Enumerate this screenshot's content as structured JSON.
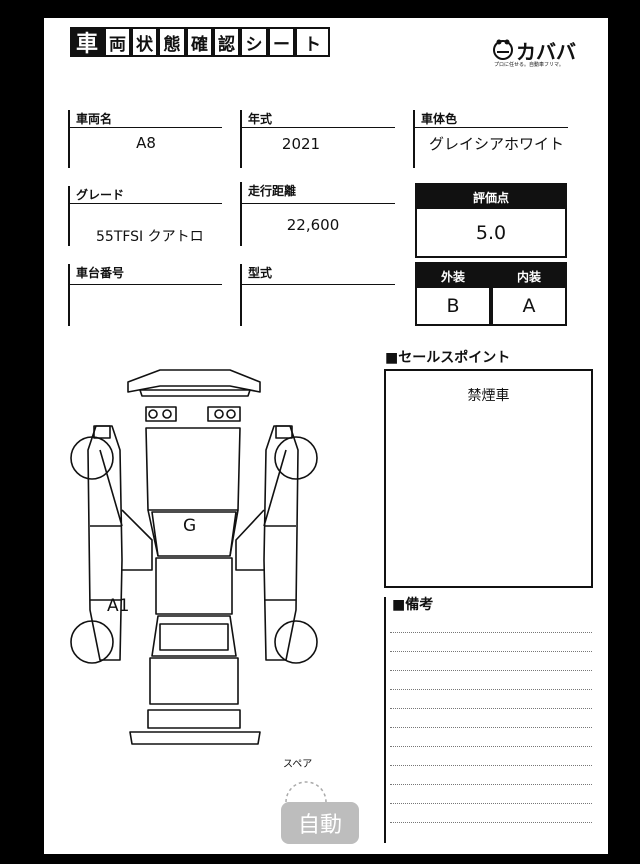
{
  "title_chars": [
    "車",
    "両",
    "状",
    "態",
    "確",
    "認",
    "シ",
    "ー",
    "ト"
  ],
  "logo": {
    "name": "カババ",
    "tagline": "プロに任せる。自動車フリマ。"
  },
  "fields": {
    "vehicle_name": {
      "label": "車両名",
      "value": "A8"
    },
    "year": {
      "label": "年式",
      "value": "2021"
    },
    "body_color": {
      "label": "車体色",
      "value": "グレイシアホワイト"
    },
    "grade": {
      "label": "グレード",
      "value": "55TFSI クアトロ"
    },
    "mileage": {
      "label": "走行距離",
      "value": "22,600"
    },
    "chassis_number": {
      "label": "車台番号",
      "value": ""
    },
    "model": {
      "label": "型式",
      "value": ""
    }
  },
  "rating": {
    "label": "評価点",
    "value": "5.0"
  },
  "exterior": {
    "label": "外装",
    "value": "B"
  },
  "interior": {
    "label": "内装",
    "value": "A"
  },
  "sales_points": {
    "title": "■セールスポイント",
    "text": "禁煙車"
  },
  "remarks": {
    "title": "■備考"
  },
  "diagram": {
    "mark_g": "G",
    "mark_a1": "A1",
    "spare_label": "スペア",
    "transmission": "自動"
  }
}
